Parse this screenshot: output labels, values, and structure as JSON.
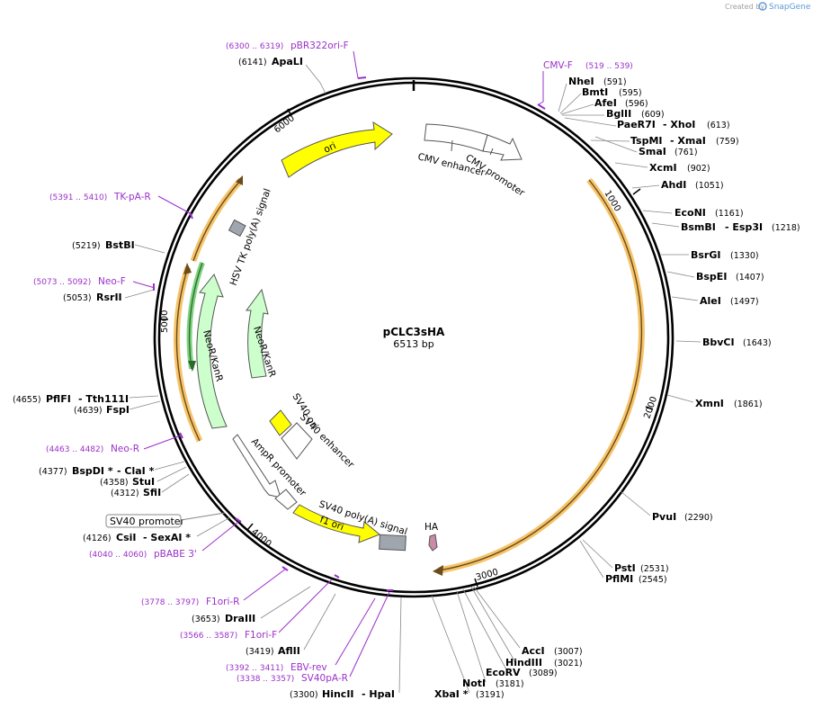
{
  "credit": {
    "created_by": "Created by",
    "brand": "SnapGene"
  },
  "plasmid": {
    "name": "pCLC3sHA",
    "length_label": "6513 bp"
  },
  "ruler": {
    "ticks": [
      "1000",
      "2000",
      "3000",
      "4000",
      "5000",
      "6000"
    ]
  },
  "sites": {
    "apali": {
      "name": "ApaLI",
      "pos": "(6141)"
    },
    "nhei": {
      "name": "NheI",
      "pos": "(591)"
    },
    "bmti": {
      "name": "BmtI",
      "pos": "(595)"
    },
    "afei": {
      "name": "AfeI",
      "pos": "(596)"
    },
    "bglii": {
      "name": "BglII",
      "pos": "(609)"
    },
    "paer7i": {
      "name": "PaeR7I",
      "name2": "- XhoI",
      "pos": "(613)"
    },
    "tspmi": {
      "name": "TspMI",
      "name2": "- XmaI",
      "pos": "(759)"
    },
    "smai": {
      "name": "SmaI",
      "pos": "(761)"
    },
    "xcmi": {
      "name": "XcmI",
      "pos": "(902)"
    },
    "ahdi": {
      "name": "AhdI",
      "pos": "(1051)"
    },
    "econi": {
      "name": "EcoNI",
      "pos": "(1161)"
    },
    "bsmbi": {
      "name": "BsmBI",
      "name2": "- Esp3I",
      "pos": "(1218)"
    },
    "bsrgi": {
      "name": "BsrGI",
      "pos": "(1330)"
    },
    "bspei": {
      "name": "BspEI",
      "pos": "(1407)"
    },
    "alei": {
      "name": "AleI",
      "pos": "(1497)"
    },
    "bbvci": {
      "name": "BbvCI",
      "pos": "(1643)"
    },
    "xmni": {
      "name": "XmnI",
      "pos": "(1861)"
    },
    "pvui": {
      "name": "PvuI",
      "pos": "(2290)"
    },
    "psti": {
      "name": "PstI",
      "pos": "(2531)"
    },
    "pflmi": {
      "name": "PflMI",
      "pos": "(2545)"
    },
    "acci": {
      "name": "AccI",
      "pos": "(3007)"
    },
    "hindiii": {
      "name": "HindIII",
      "pos": "(3021)"
    },
    "ecorv": {
      "name": "EcoRV",
      "pos": "(3089)"
    },
    "noti": {
      "name": "NotI",
      "pos": "(3181)"
    },
    "xbai": {
      "name": "XbaI *",
      "pos": "(3191)"
    },
    "hincii": {
      "name": "HincII",
      "name2": "- HpaI",
      "pos": "(3300)"
    },
    "aflii": {
      "name": "AflII",
      "pos": "(3419)"
    },
    "draiii": {
      "name": "DraIII",
      "pos": "(3653)"
    },
    "csii": {
      "name": "CsiI",
      "name2": "- SexAI *",
      "pos": "(4126)"
    },
    "sfii": {
      "name": "SfiI",
      "pos": "(4312)"
    },
    "stui": {
      "name": "StuI",
      "pos": "(4358)"
    },
    "bspdi": {
      "name": "BspDI *",
      "name2": "- ClaI *",
      "pos": "(4377)"
    },
    "fspi": {
      "name": "FspI",
      "pos": "(4639)"
    },
    "pflfi": {
      "name": "PflFI",
      "name2": "- Tth111I",
      "pos": "(4655)"
    },
    "rsrii": {
      "name": "RsrII",
      "pos": "(5053)"
    },
    "bstbi": {
      "name": "BstBI",
      "pos": "(5219)"
    }
  },
  "primers": {
    "pbr322": {
      "name": "pBR322ori-F",
      "range": "(6300 .. 6319)"
    },
    "cmvf": {
      "name": "CMV-F",
      "range": "(519 .. 539)"
    },
    "tkpar": {
      "name": "TK-pA-R",
      "range": "(5391 .. 5410)"
    },
    "neof": {
      "name": "Neo-F",
      "range": "(5073 .. 5092)"
    },
    "neor": {
      "name": "Neo-R",
      "range": "(4463 .. 4482)"
    },
    "pbabe": {
      "name": "pBABE 3'",
      "range": "(4040 .. 4060)"
    },
    "f1orir": {
      "name": "F1ori-R",
      "range": "(3778 .. 3797)"
    },
    "f1orif": {
      "name": "F1ori-F",
      "range": "(3566 .. 3587)"
    },
    "ebvrev": {
      "name": "EBV-rev",
      "range": "(3392 .. 3411)"
    },
    "sv40par": {
      "name": "SV40pA-R",
      "range": "(3338 .. 3357)"
    }
  },
  "features": {
    "ori": "ori",
    "cmv_enhancer": "CMV enhancer",
    "cmv_promoter": "CMV promoter",
    "hsv_tk": "HSV TK poly(A) signal",
    "neor_outer": "NeoR/KanR",
    "neor_inner": "NeoR/KanR",
    "sv40_ori": "SV40 ori",
    "sv40_enhancer": "SV40 enhancer",
    "ampr_promoter": "AmpR promoter",
    "sv40_polya": "SV40 poly(A) signal",
    "f1_ori": "f1 ori",
    "ha": "HA",
    "sv40_promoter_box": "SV40 promoter"
  },
  "colors": {
    "primer": "#9b30c9",
    "ori_yellow": "#ffff00",
    "neo_green": "#ccffcc",
    "orf_orange": "#f5c46a",
    "grey_feature": "#a0a6ae",
    "ha_pink": "#c98aa8",
    "snapgene_blue": "#5a9ad6"
  }
}
